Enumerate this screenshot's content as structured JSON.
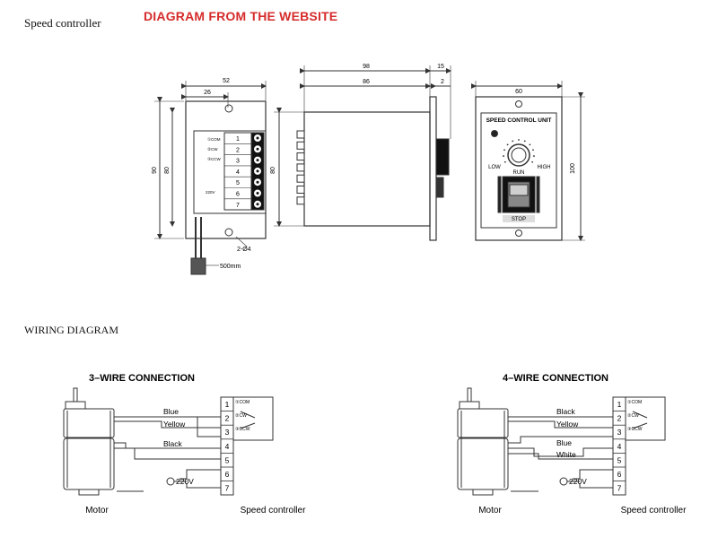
{
  "page_title": "Speed controller",
  "site_label": "DIAGRAM FROM THE WEBSITE",
  "wiring_heading": "WIRING DIAGRAM",
  "drawing": {
    "front": {
      "width_outer": "52",
      "width_inner": "26",
      "height_outer": "90",
      "height_inner": "80",
      "hole_label": "2-Ø4",
      "cable_label": "500mm",
      "terminal_labels": [
        "①COM",
        "②CW",
        "③CCW",
        "220V"
      ],
      "terminals": [
        "1",
        "2",
        "3",
        "4",
        "5",
        "6",
        "7"
      ]
    },
    "side": {
      "depth_total": "98",
      "depth_body": "86",
      "knob": "15",
      "panel": "2",
      "height": "80"
    },
    "panel": {
      "width": "60",
      "height": "100",
      "title": "SPEED CONTROL UNIT",
      "low": "LOW",
      "high": "HIGH",
      "run": "RUN",
      "stop": "STOP"
    }
  },
  "wiring": {
    "three_wire": {
      "title": "3–WIRE CONNECTION",
      "wires": [
        "Blue",
        "Yellow",
        "Black"
      ],
      "voltage": "220V",
      "terminal_labels": [
        "①COM",
        "②CW",
        "③CCW"
      ],
      "terminals": [
        "1",
        "2",
        "3",
        "4",
        "5",
        "6",
        "7"
      ],
      "motor_label": "Motor",
      "controller_label": "Speed controller"
    },
    "four_wire": {
      "title": "4–WIRE CONNECTION",
      "wires": [
        "Black",
        "Yellow",
        "Blue",
        "White"
      ],
      "voltage": "220V",
      "terminal_labels": [
        "①COM",
        "②CW",
        "③CCW"
      ],
      "terminals": [
        "1",
        "2",
        "3",
        "4",
        "5",
        "6",
        "7"
      ],
      "motor_label": "Motor",
      "controller_label": "Speed controller"
    }
  }
}
